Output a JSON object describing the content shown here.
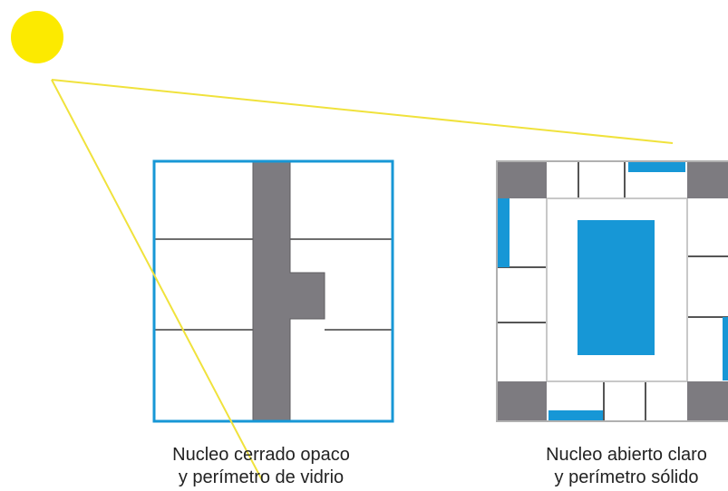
{
  "colors": {
    "sun": "#fcea00",
    "sunray": "#f0e23c",
    "glass_blue": "#1797d6",
    "core_gray": "#7d7b80",
    "wall_line": "#6e6e6e",
    "partition_gray": "#c8c8c8",
    "text": "#222222"
  },
  "panels": {
    "left": {
      "caption_line1": "Nucleo cerrado opaco",
      "caption_line2": "y perímetro de vidrio"
    },
    "right": {
      "caption_line1": "Nucleo abierto claro",
      "caption_line2": "y perímetro sólido"
    }
  }
}
